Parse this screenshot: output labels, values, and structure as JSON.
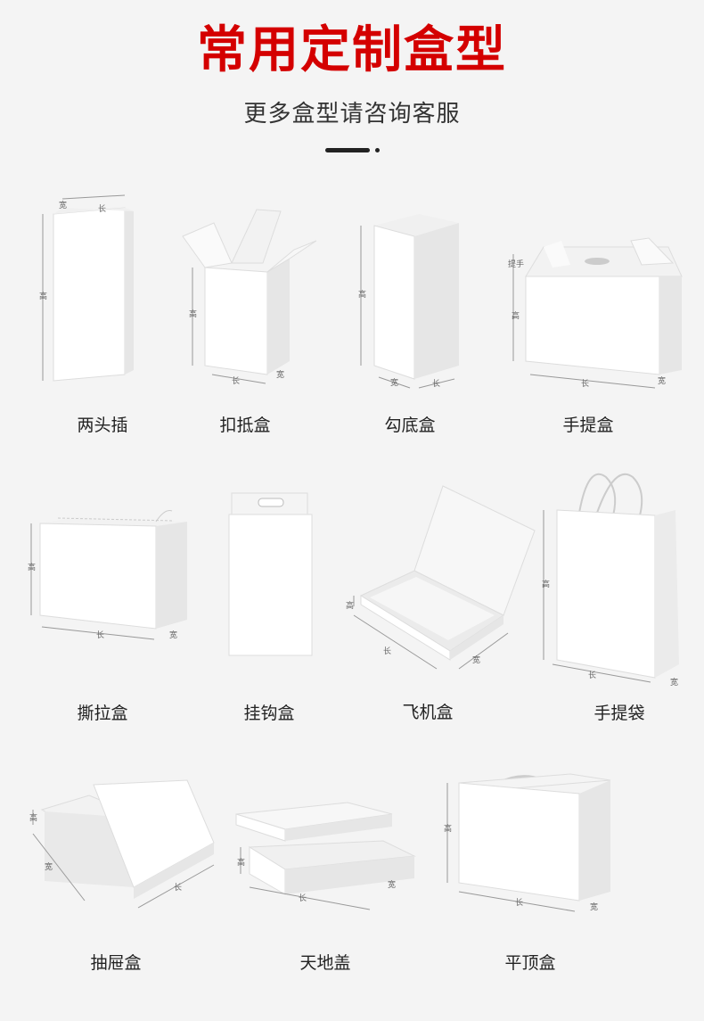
{
  "header": {
    "title": "常用定制盒型",
    "subtitle": "更多盒型请咨询客服"
  },
  "dimension_labels": {
    "length": "长",
    "width": "宽",
    "height": "高",
    "handle": "提手"
  },
  "boxes": [
    {
      "name": "两头插"
    },
    {
      "name": "扣抵盒"
    },
    {
      "name": "勾底盒"
    },
    {
      "name": "手提盒"
    },
    {
      "name": "撕拉盒"
    },
    {
      "name": "挂钩盒"
    },
    {
      "name": "飞机盒"
    },
    {
      "name": "手提袋"
    },
    {
      "name": "抽屉盒"
    },
    {
      "name": "天地盖"
    },
    {
      "name": "平顶盒"
    }
  ],
  "colors": {
    "title": "#d40000",
    "background": "#f4f4f4",
    "box_face": "#ffffff",
    "box_side": "#e6e6e6",
    "dimension_line": "#999999"
  }
}
